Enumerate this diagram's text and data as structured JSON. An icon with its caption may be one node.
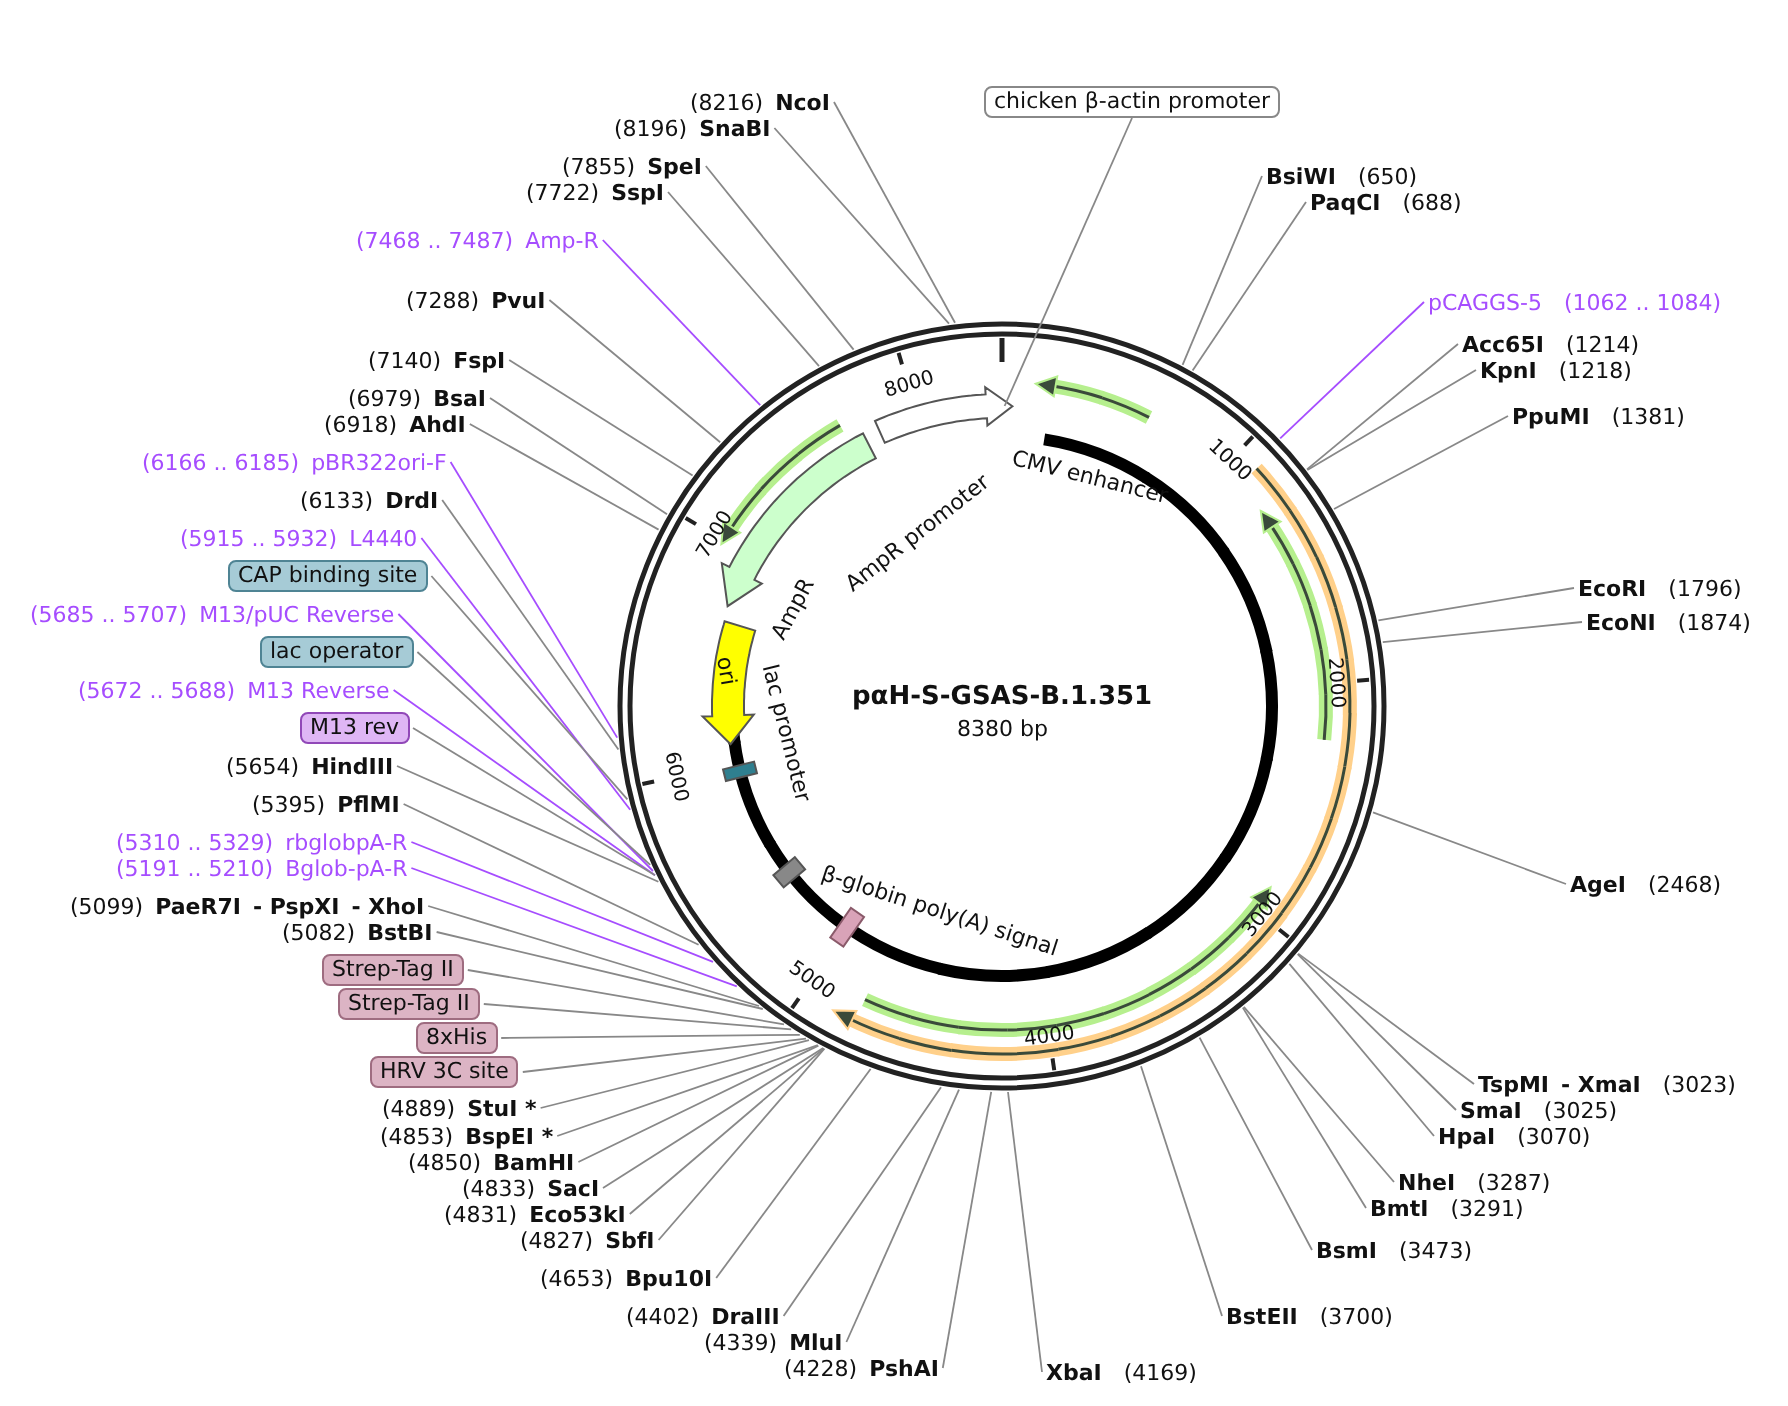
{
  "diagram": {
    "title": "pαH-S-GSAS-B.1.351",
    "nodes": [
      {
        "text": [
          "(8216)",
          "NcoI"
        ]
      },
      {
        "text": [
          "(8196)",
          "SnaBI"
        ]
      },
      {
        "text": [
          "(7855)",
          "SpeI"
        ]
      },
      {
        "text": [
          "(7722)",
          "SspI"
        ]
      },
      {
        "text": [
          "(7468 .. 7487)",
          "Amp-R"
        ]
      },
      {
        "text": [
          "(7288)",
          "PvuI"
        ]
      },
      {
        "text": [
          "(7140)",
          "FspI"
        ]
      },
      {
        "text": [
          "(6979)",
          "BsaI"
        ]
      },
      {
        "text": [
          "(6918)",
          "AhdI"
        ]
      },
      {
        "text": [
          "(6166 .. 6185)",
          "pBR322ori-F"
        ]
      },
      {
        "text": [
          "(6133)",
          "DrdI"
        ]
      },
      {
        "text": [
          "(5915 .. 5932)",
          "L4440"
        ]
      },
      {
        "text": [
          "CAP binding site"
        ]
      },
      {
        "text": [
          "(5685 .. 5707)",
          "M13/pUC Reverse"
        ]
      },
      {
        "text": [
          "lac operator"
        ]
      },
      {
        "text": [
          "(5672 .. 5688)",
          "M13 Reverse"
        ]
      },
      {
        "text": [
          "M13 rev"
        ]
      },
      {
        "text": [
          "(5654)",
          "HindIII"
        ]
      },
      {
        "text": [
          "(5395)",
          "PflMI"
        ]
      },
      {
        "text": [
          "(5310 .. 5329)",
          "rbglobpA-R"
        ]
      },
      {
        "text": [
          "(5191 .. 5210)",
          "Bglob-pA-R"
        ]
      },
      {
        "text": [
          "(5099)",
          "PaeR7I",
          "- PspXI",
          "- XhoI"
        ]
      },
      {
        "text": [
          "(5082)",
          "BstBI"
        ]
      },
      {
        "text": [
          "Strep-Tag II"
        ]
      },
      {
        "text": [
          "Strep-Tag II"
        ]
      },
      {
        "text": [
          "8xHis"
        ]
      },
      {
        "text": [
          "HRV 3C site"
        ]
      },
      {
        "text": [
          "(4889)",
          "StuI *"
        ]
      },
      {
        "text": [
          "(4853)",
          "BspEI *"
        ]
      },
      {
        "text": [
          "(4850)",
          "BamHI"
        ]
      },
      {
        "text": [
          "(4833)",
          "SacI"
        ]
      },
      {
        "text": [
          "(4831)",
          "Eco53kI"
        ]
      },
      {
        "text": [
          "(4827)",
          "SbfI"
        ]
      },
      {
        "text": [
          "(4653)",
          "Bpu10I"
        ]
      },
      {
        "text": [
          "(4402)",
          "DraIII"
        ]
      },
      {
        "text": [
          "(4339)",
          "MluI"
        ]
      },
      {
        "text": [
          "(4228)",
          "PshAI"
        ]
      },
      {
        "text": [
          "XbaI",
          "(4169)"
        ]
      },
      {
        "text": [
          "BstEII",
          "(3700)"
        ]
      },
      {
        "text": [
          "BsmI",
          "(3473)"
        ]
      },
      {
        "text": [
          "BmtI",
          "(3291)"
        ]
      },
      {
        "text": [
          "NheI",
          "(3287)"
        ]
      },
      {
        "text": [
          "HpaI",
          "(3070)"
        ]
      },
      {
        "text": [
          "SmaI",
          "(3025)"
        ]
      },
      {
        "text": [
          "TspMI",
          "- XmaI",
          "(3023)"
        ]
      },
      {
        "text": [
          "AgeI",
          "(2468)"
        ]
      },
      {
        "text": [
          "EcoNI",
          "(1874)"
        ]
      },
      {
        "text": [
          "EcoRI",
          "(1796)"
        ]
      },
      {
        "text": [
          "PpuMI",
          "(1381)"
        ]
      },
      {
        "text": [
          "KpnI",
          "(1218)"
        ]
      },
      {
        "text": [
          "Acc65I",
          "(1214)"
        ]
      },
      {
        "text": [
          "pCAGGS-5",
          "(1062 .. 1084)"
        ]
      },
      {
        "text": [
          "PaqCI",
          "(688)"
        ]
      },
      {
        "text": [
          "BsiWI",
          "(650)"
        ]
      },
      {
        "text": [
          "chicken β-actin promoter"
        ]
      },
      {
        "text": [
          "CMV enhancer"
        ]
      },
      {
        "text": [
          "AmpR promoter"
        ]
      },
      {
        "text": [
          "AmpR"
        ]
      },
      {
        "text": [
          "ori"
        ]
      },
      {
        "text": [
          "lac promoter"
        ]
      },
      {
        "text": [
          "β-globin poly(A) signal"
        ]
      }
    ],
    "edges": [
      {
        "from": 0,
        "to": null,
        "arrow": "none"
      },
      {
        "from": 1,
        "to": null,
        "arrow": "none"
      },
      {
        "from": 2,
        "to": null,
        "arrow": "none"
      },
      {
        "from": 3,
        "to": null,
        "arrow": "none"
      },
      {
        "from": 4,
        "to": null,
        "arrow": "none",
        "color": "#a64dff"
      },
      {
        "from": 5,
        "to": null,
        "arrow": "none"
      },
      {
        "from": 6,
        "to": null,
        "arrow": "none"
      },
      {
        "from": 7,
        "to": null,
        "arrow": "none"
      },
      {
        "from": 8,
        "to": null,
        "arrow": "none"
      },
      {
        "from": 9,
        "to": null,
        "arrow": "none",
        "color": "#a64dff"
      },
      {
        "from": 10,
        "to": null,
        "arrow": "none"
      },
      {
        "from": 11,
        "to": null,
        "arrow": "none",
        "color": "#a64dff"
      },
      {
        "from": 12,
        "to": null,
        "arrow": "none"
      },
      {
        "from": 13,
        "to": null,
        "arrow": "none",
        "color": "#a64dff"
      },
      {
        "from": 14,
        "to": null,
        "arrow": "none"
      },
      {
        "from": 15,
        "to": null,
        "arrow": "none",
        "color": "#a64dff"
      },
      {
        "from": 16,
        "to": null,
        "arrow": "none"
      },
      {
        "from": 17,
        "to": null,
        "arrow": "none"
      },
      {
        "from": 18,
        "to": null,
        "arrow": "none"
      },
      {
        "from": 19,
        "to": null,
        "arrow": "none",
        "color": "#a64dff"
      },
      {
        "from": 20,
        "to": null,
        "arrow": "none",
        "color": "#a64dff"
      },
      {
        "from": 21,
        "to": null,
        "arrow": "none"
      },
      {
        "from": 22,
        "to": null,
        "arrow": "none"
      },
      {
        "from": 23,
        "to": null,
        "arrow": "none"
      },
      {
        "from": 24,
        "to": null,
        "arrow": "none"
      },
      {
        "from": 25,
        "to": null,
        "arrow": "none"
      },
      {
        "from": 26,
        "to": null,
        "arrow": "none"
      },
      {
        "from": 27,
        "to": null,
        "arrow": "none"
      },
      {
        "from": 28,
        "to": null,
        "arrow": "none"
      },
      {
        "from": 29,
        "to": null,
        "arrow": "none"
      },
      {
        "from": 30,
        "to": null,
        "arrow": "none"
      },
      {
        "from": 31,
        "to": null,
        "arrow": "none"
      },
      {
        "from": 32,
        "to": null,
        "arrow": "none"
      },
      {
        "from": 33,
        "to": null,
        "arrow": "none"
      },
      {
        "from": 34,
        "to": null,
        "arrow": "none"
      },
      {
        "from": 35,
        "to": null,
        "arrow": "none"
      },
      {
        "from": 36,
        "to": null,
        "arrow": "none"
      },
      {
        "from": 37,
        "to": null,
        "arrow": "none"
      },
      {
        "from": 38,
        "to": null,
        "arrow": "none"
      },
      {
        "from": 39,
        "to": null,
        "arrow": "none"
      },
      {
        "from": 40,
        "to": null,
        "arrow": "none"
      },
      {
        "from": 41,
        "to": null,
        "arrow": "none"
      },
      {
        "from": 42,
        "to": null,
        "arrow": "none"
      },
      {
        "from": 43,
        "to": null,
        "arrow": "none"
      },
      {
        "from": 44,
        "to": null,
        "arrow": "none"
      },
      {
        "from": 45,
        "to": null,
        "arrow": "none"
      },
      {
        "from": 46,
        "to": null,
        "arrow": "none"
      },
      {
        "from": 47,
        "to": null,
        "arrow": "none"
      },
      {
        "from": 48,
        "to": null,
        "arrow": "none"
      },
      {
        "from": 49,
        "to": null,
        "arrow": "none"
      },
      {
        "from": 50,
        "to": null,
        "arrow": "none"
      },
      {
        "from": 51,
        "to": null,
        "arrow": "none",
        "color": "#a64dff"
      },
      {
        "from": 52,
        "to": null,
        "arrow": "none"
      },
      {
        "from": 53,
        "to": null,
        "arrow": "none"
      },
      {
        "from": 54,
        "to": null,
        "arrow": "none"
      }
    ],
    "labels": [
      "8380 bp",
      "1000",
      "2000",
      "3000",
      "4000",
      "5000",
      "6000",
      "7000",
      "8000"
    ]
  }
}
